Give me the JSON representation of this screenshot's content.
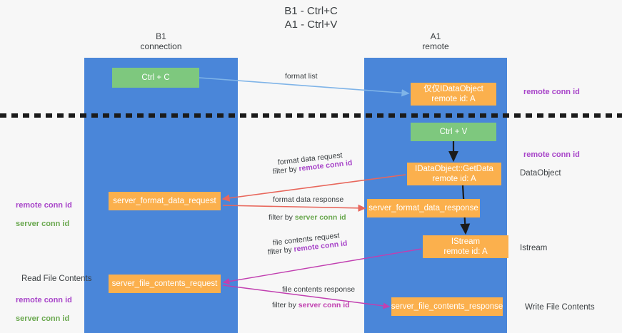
{
  "title": "B1 - Ctrl+C\nA1 - Ctrl+V",
  "columns": {
    "left": {
      "header": "B1\nconnection"
    },
    "right": {
      "header": "A1\nremote"
    }
  },
  "boxes": {
    "ctrl_c": "Ctrl + C",
    "idataobject": "仅仅IDataObject\nremote id: A",
    "ctrl_v": "Ctrl + V",
    "getdata": "IDataObject::GetData\nremote id: A",
    "server_format_data_request": "server_format_data_request",
    "server_format_data_response": "server_format_data_response",
    "istream": "IStream\nremote id: A",
    "server_file_contents_request": "server_file_contents_request",
    "server_file_contents_response": "server_file_contents_response"
  },
  "side_labels": {
    "dataobject": "DataObject",
    "istream": "Istream",
    "write_file_contents": "Write File Contents",
    "read_file_contents": "Read File Contents"
  },
  "conn_labels": {
    "top_right": "remote conn id",
    "mid_right": "remote conn id",
    "left_remote": "remote conn id",
    "left_server": "server conn id",
    "left_remote_2": "remote conn id",
    "left_server_2": "server conn id"
  },
  "flows": {
    "format_list": "format list",
    "format_data_request": "format data request",
    "format_data_request_filter_prefix": "filter by ",
    "format_data_request_filter_key": "remote conn id",
    "format_data_response": "format data response",
    "format_data_response_filter_prefix": "filter by ",
    "format_data_response_filter_key": "server conn id",
    "file_contents_request": "file contents request",
    "file_contents_request_filter_prefix": "filter by ",
    "file_contents_request_filter_key": "remote conn id",
    "file_contents_response": "file contents response",
    "file_contents_response_filter_prefix": "filter by ",
    "file_contents_response_filter_key": "server conn id"
  },
  "colors": {
    "lane": "#4a86d9",
    "green_box": "#7ec87e",
    "orange_box": "#fbb04d",
    "purple": "#a845c9",
    "green_text": "#6aa84f",
    "magenta": "#c13fb0",
    "arrow_blue": "#7fb4e8",
    "arrow_red": "#e8675c",
    "arrow_black": "#1b1b1b",
    "background": "#f7f7f7"
  }
}
